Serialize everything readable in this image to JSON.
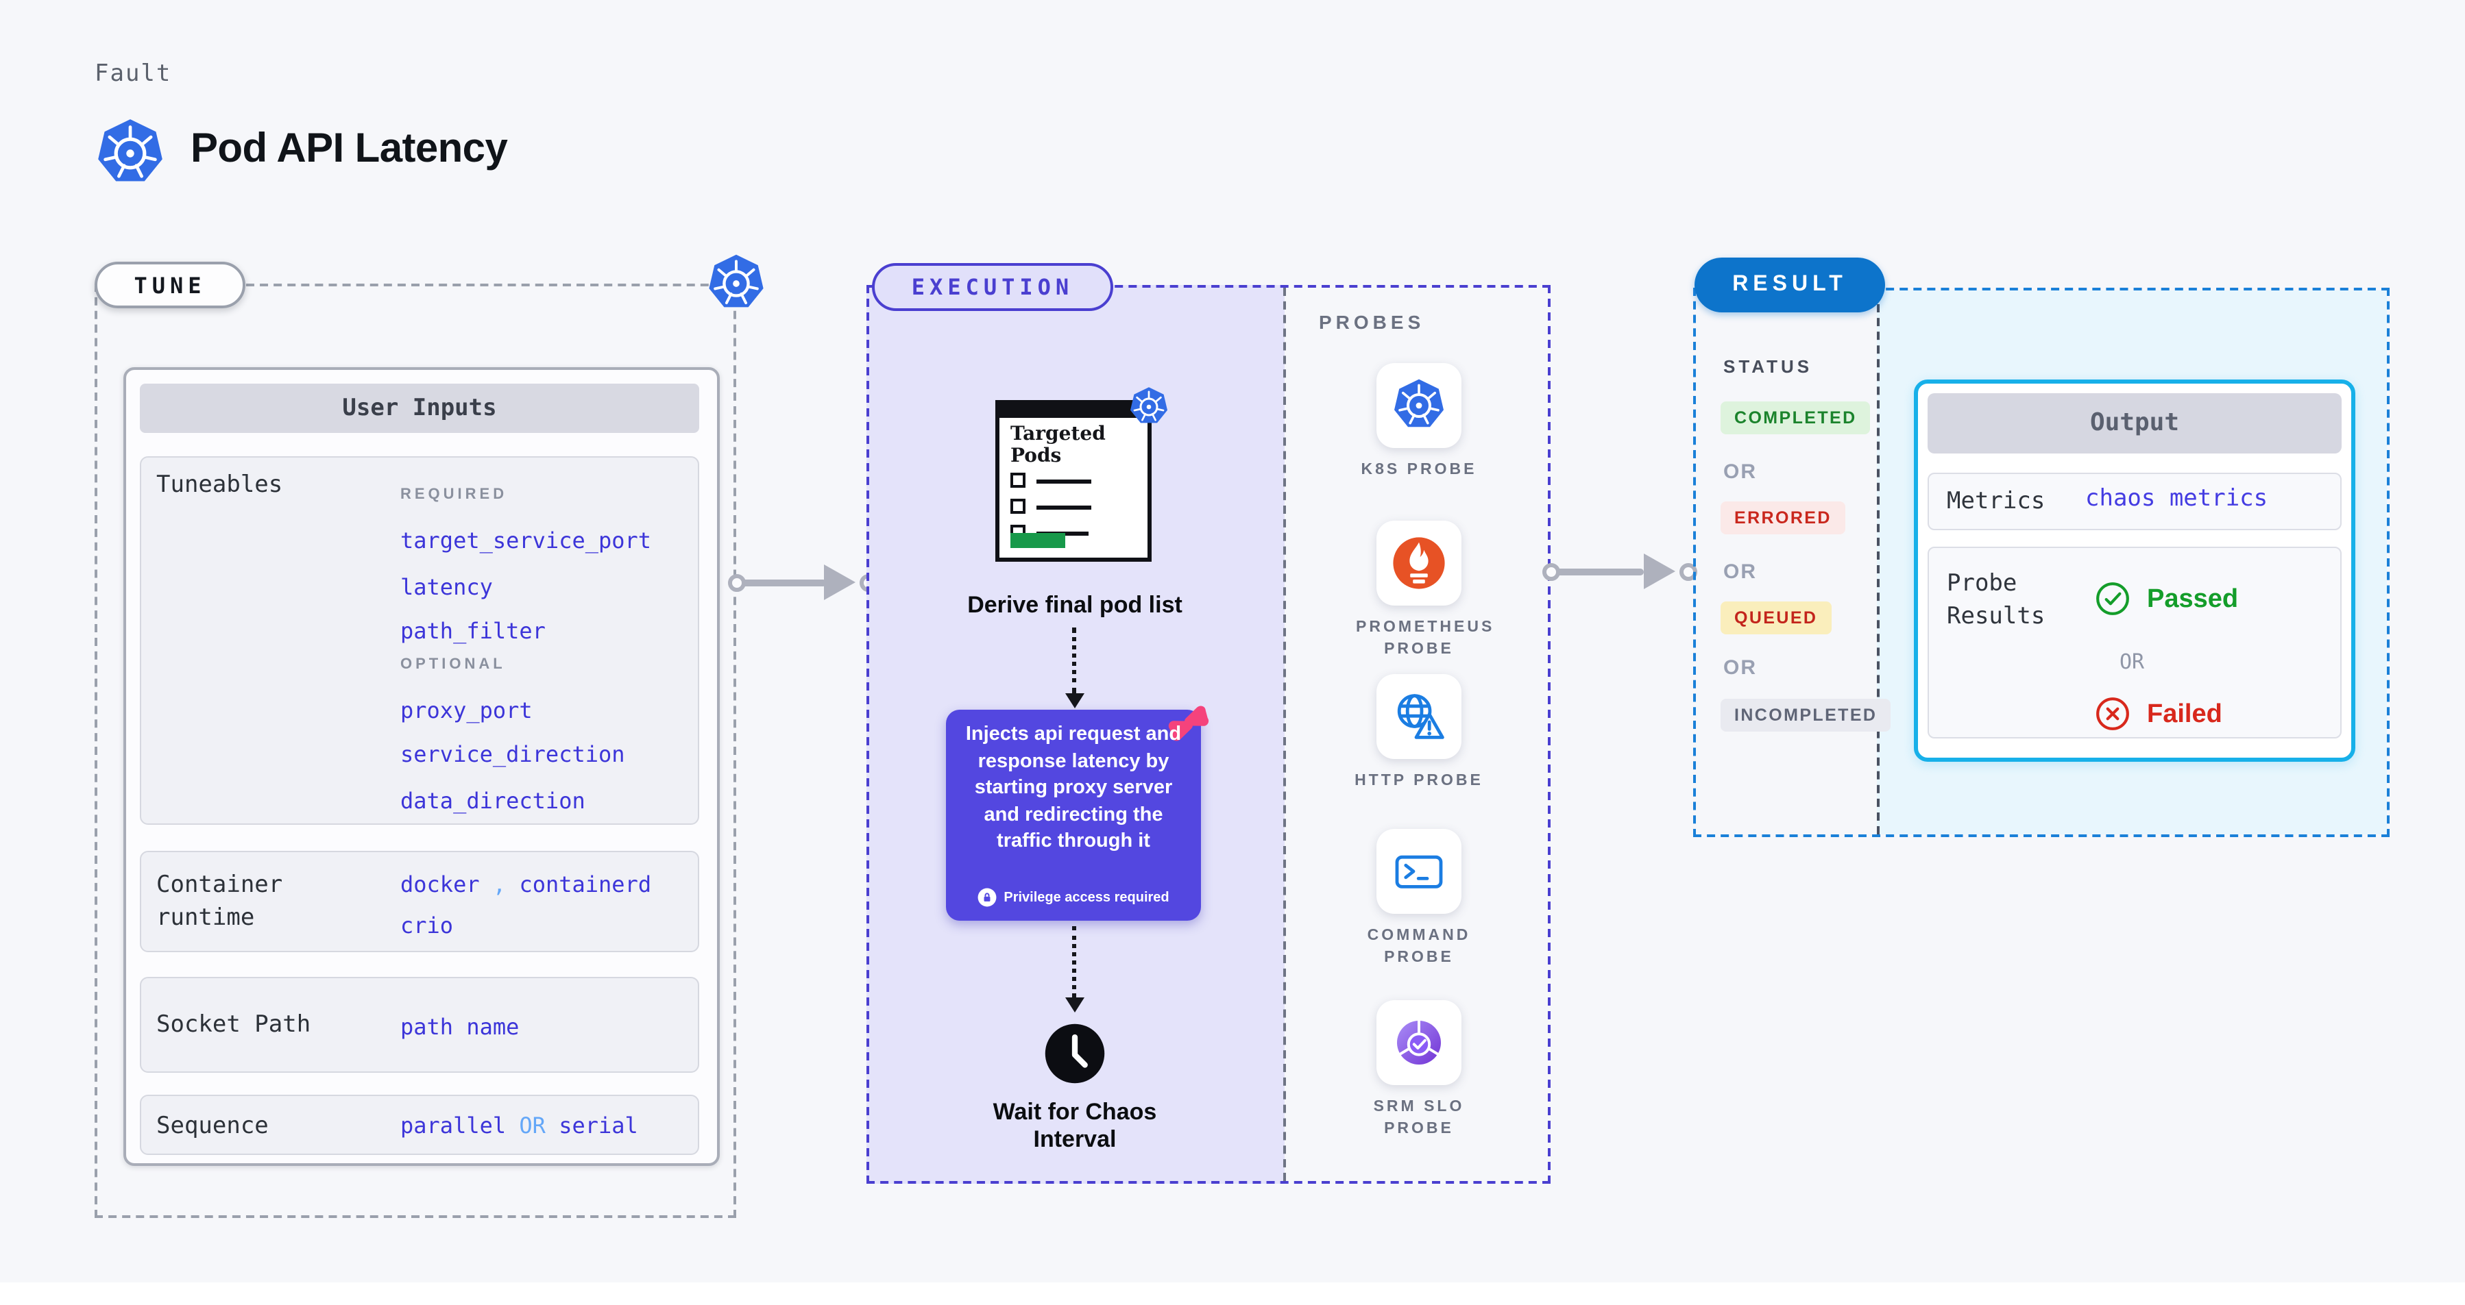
{
  "header": {
    "kicker": "Fault",
    "title": "Pod API Latency",
    "icon": "kubernetes-icon"
  },
  "colors": {
    "background": "#f6f7fa",
    "kubernetes_blue": "#326ce5",
    "indigo_value": "#3c35d9",
    "light_blue_connector_word": "#64a7f8",
    "execution_accent": "#4a3fd0",
    "execution_fill": "#e4e3fa",
    "inject_card": "#5347e0",
    "chaos_pink": "#f5437c",
    "prometheus_orange": "#e75225",
    "probe_blue": "#1b7de2",
    "result_blue": "#0d74cb",
    "result_dashed": "#1a80d8",
    "result_fill": "#e8f6fd",
    "output_border": "#17b0e9",
    "passed_green": "#149d2a",
    "failed_red": "#d8281c",
    "targeted_pods_green": "#17994a"
  },
  "tune": {
    "badge": "TUNE",
    "user_inputs": {
      "header": "User Inputs",
      "tuneables": {
        "label": "Tuneables",
        "required_label": "REQUIRED",
        "required_items": [
          "target_service_port",
          "latency",
          "path_filter"
        ],
        "optional_label": "OPTIONAL",
        "optional_items": [
          "proxy_port",
          "service_direction",
          "data_direction"
        ]
      },
      "container_runtime": {
        "label": "Container runtime",
        "value_a": "docker",
        "comma": ",",
        "value_b": "containerd",
        "value_c": "crio"
      },
      "socket_path": {
        "label": "Socket Path",
        "value": "path name"
      },
      "sequence": {
        "label": "Sequence",
        "value_a": "parallel",
        "or": "OR",
        "value_b": "serial"
      }
    }
  },
  "execution": {
    "badge": "EXECUTION",
    "targeted_pods_title": "Targeted Pods",
    "derive_label": "Derive final pod list",
    "inject_description": "Injects api request and response latency by starting proxy server and redirecting the traffic through it",
    "privilege_label": "Privilege access required",
    "wait_label": "Wait for Chaos Interval"
  },
  "probes": {
    "header": "PROBES",
    "items": [
      {
        "label": "K8S PROBE",
        "icon": "kubernetes-icon"
      },
      {
        "label": "PROMETHEUS PROBE",
        "icon": "prometheus-icon"
      },
      {
        "label": "HTTP PROBE",
        "icon": "http-probe-icon"
      },
      {
        "label": "COMMAND PROBE",
        "icon": "command-probe-icon"
      },
      {
        "label": "SRM SLO PROBE",
        "icon": "srm-slo-probe-icon"
      }
    ]
  },
  "result": {
    "badge": "RESULT",
    "status_label": "STATUS",
    "or_label": "OR",
    "statuses": [
      {
        "label": "COMPLETED",
        "text_color": "#1b832c",
        "bg_color": "#def3dd"
      },
      {
        "label": "ERRORED",
        "text_color": "#c9271d",
        "bg_color": "#fbe9e8"
      },
      {
        "label": "QUEUED",
        "text_color": "#c3251c",
        "bg_color": "#faeebc"
      },
      {
        "label": "INCOMPLETED",
        "text_color": "#5f6576",
        "bg_color": "#e9eaf0"
      }
    ],
    "output": {
      "header": "Output",
      "metrics_label": "Metrics",
      "metrics_value": "chaos metrics",
      "probe_results_label": "Probe Results",
      "passed_label": "Passed",
      "or_label": "OR",
      "failed_label": "Failed"
    }
  }
}
